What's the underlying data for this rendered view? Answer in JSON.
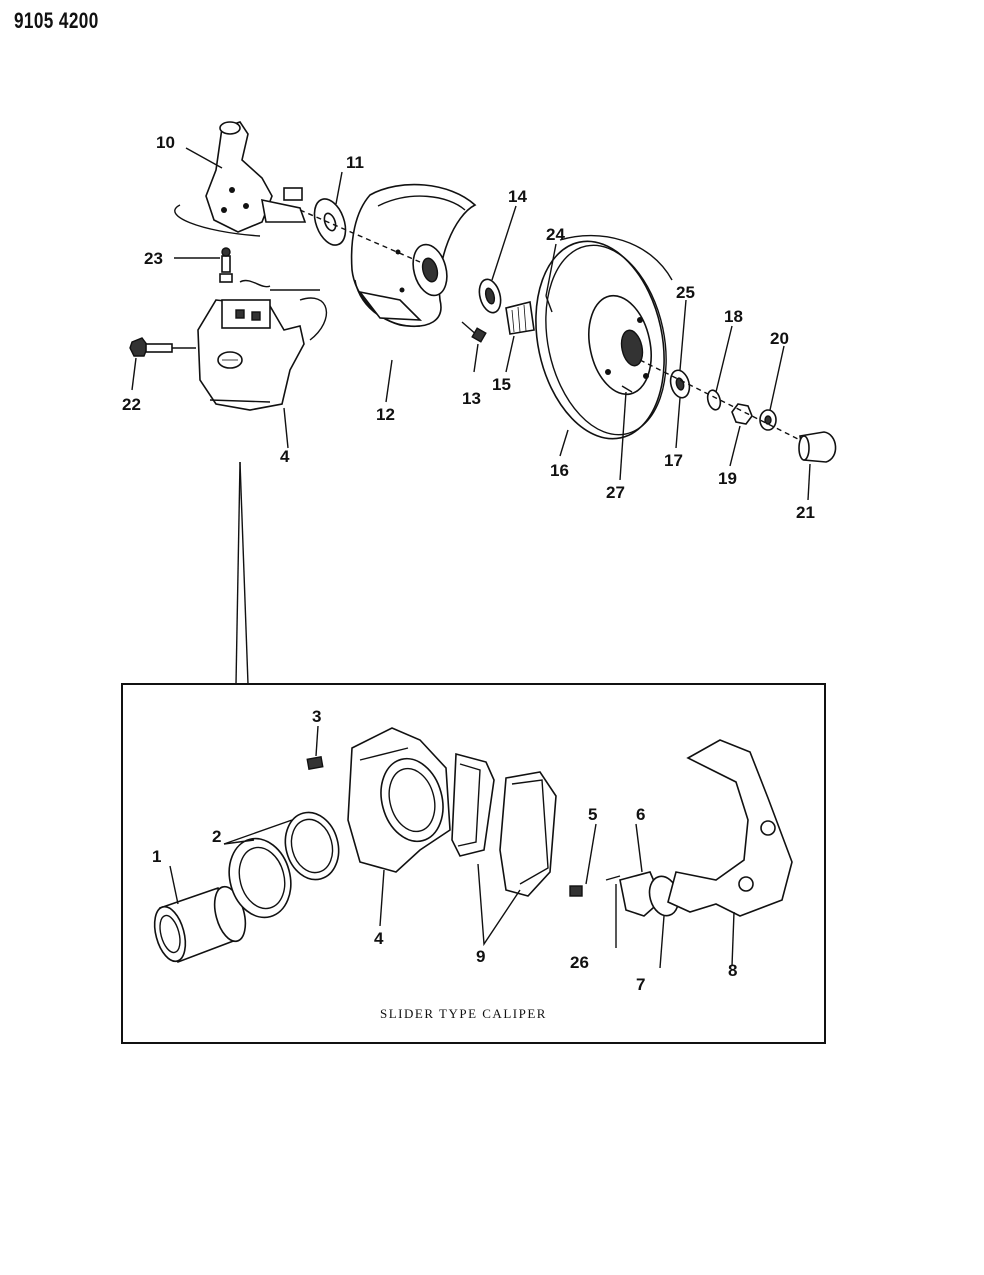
{
  "header": {
    "doc_id": "9105 4200"
  },
  "inset": {
    "caption": "SLIDER TYPE CALIPER"
  },
  "callouts": {
    "c1": "1",
    "c2": "2",
    "c3": "3",
    "c4a": "4",
    "c4b": "4",
    "c5": "5",
    "c6": "6",
    "c7": "7",
    "c8": "8",
    "c9": "9",
    "c10": "10",
    "c11": "11",
    "c12": "12",
    "c13": "13",
    "c14": "14",
    "c15": "15",
    "c16": "16",
    "c17": "17",
    "c18": "18",
    "c19": "19",
    "c20": "20",
    "c21": "21",
    "c22": "22",
    "c23": "23",
    "c24": "24",
    "c25": "25",
    "c26": "26",
    "c27": "27"
  }
}
